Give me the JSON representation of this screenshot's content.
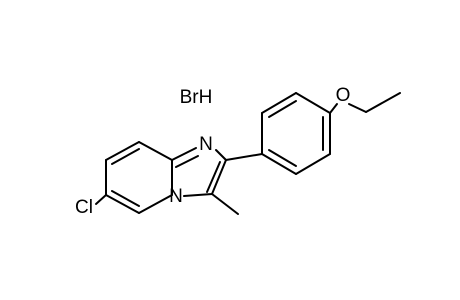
{
  "molecule": {
    "salt_label": "BrH",
    "atoms": {
      "chlorine": "Cl",
      "ring_nitrogen": "N",
      "bridge_nitrogen": "N",
      "ether_oxygen": "O"
    }
  }
}
